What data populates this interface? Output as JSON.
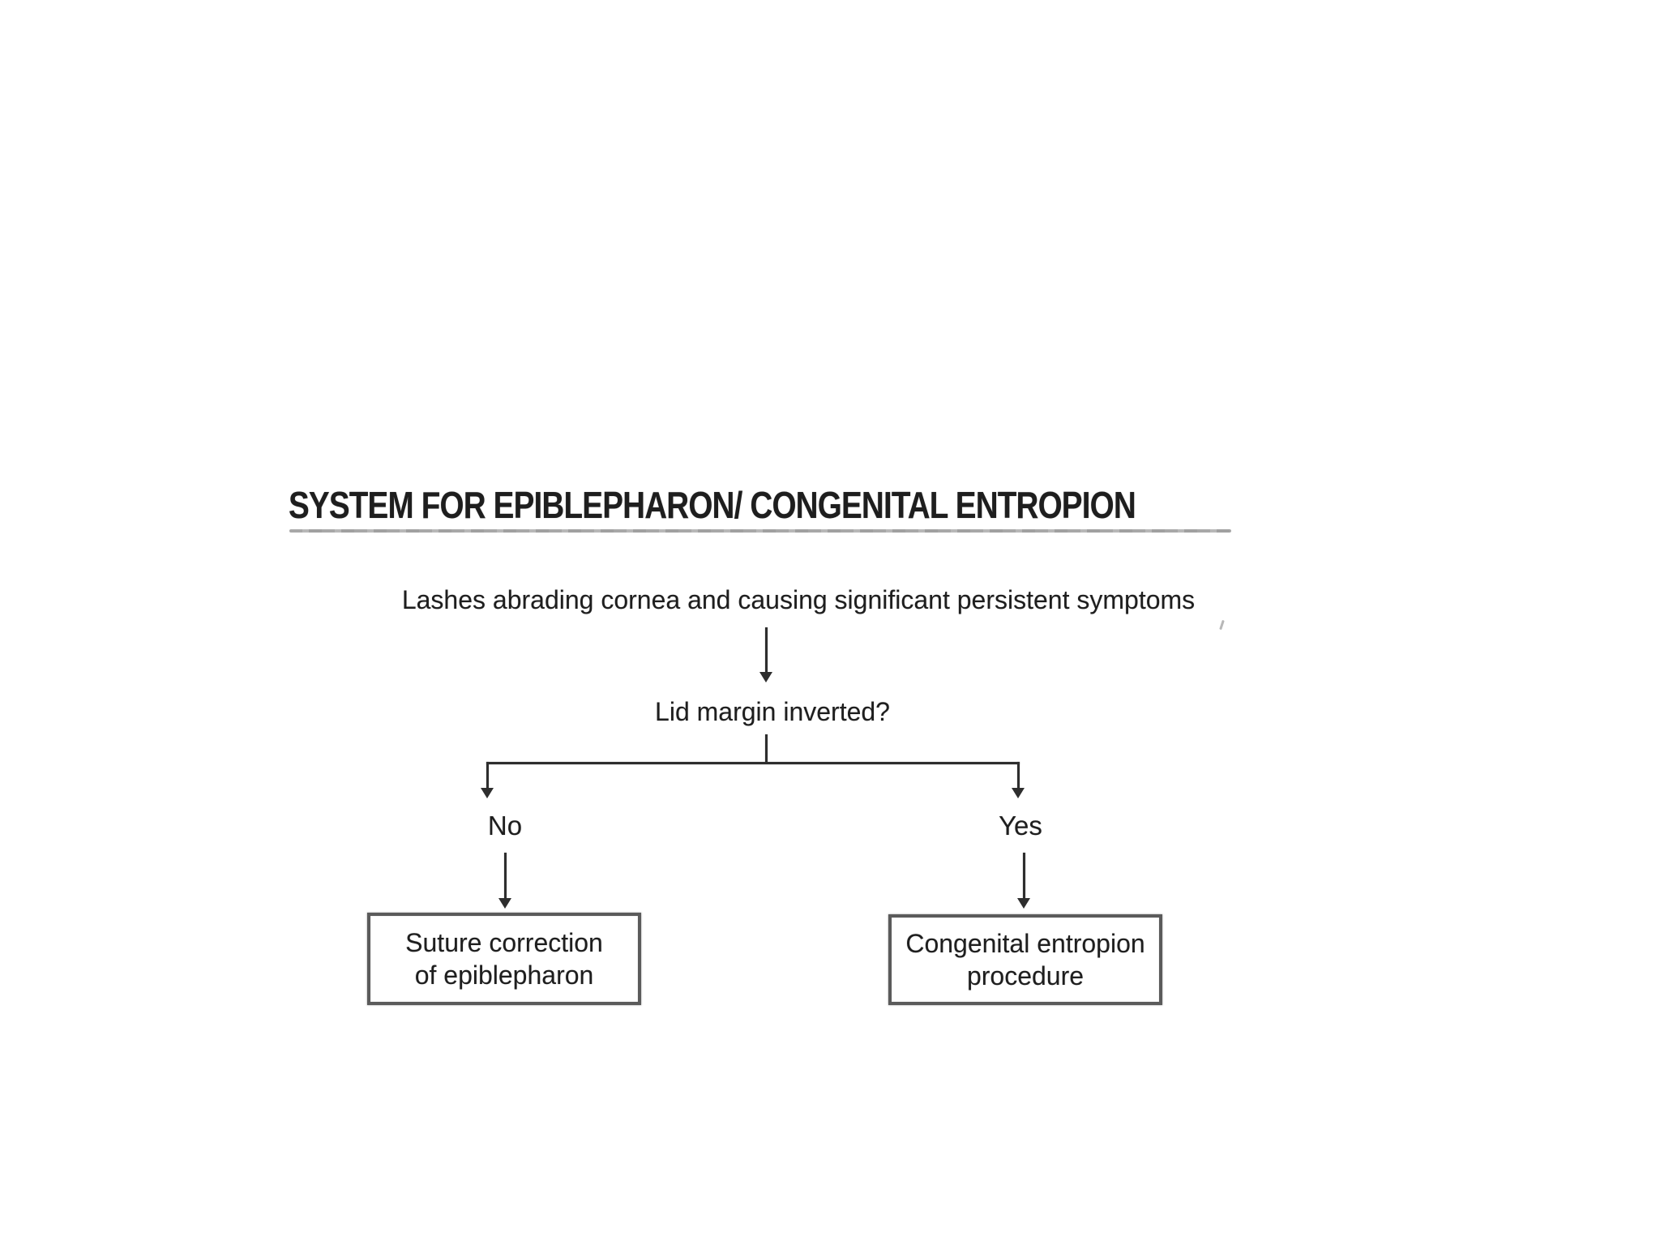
{
  "diagram": {
    "title": "SYSTEM FOR EPIBLEPHARON/ CONGENITAL ENTROPION",
    "root_condition": "Lashes abrading cornea and causing significant persistent symptoms",
    "decision": "Lid margin inverted?",
    "branches": [
      {
        "label": "No",
        "outcome_lines": [
          "Suture correction",
          "of epiblepharon"
        ]
      },
      {
        "label": "Yes",
        "outcome_lines": [
          "Congenital entropion",
          "procedure"
        ]
      }
    ],
    "colors": {
      "page_bg": "#ffffff",
      "text": "#1e1e1e",
      "line": "#2e2e2e",
      "box_border": "#5b5b5b",
      "underline": "#999999"
    }
  }
}
